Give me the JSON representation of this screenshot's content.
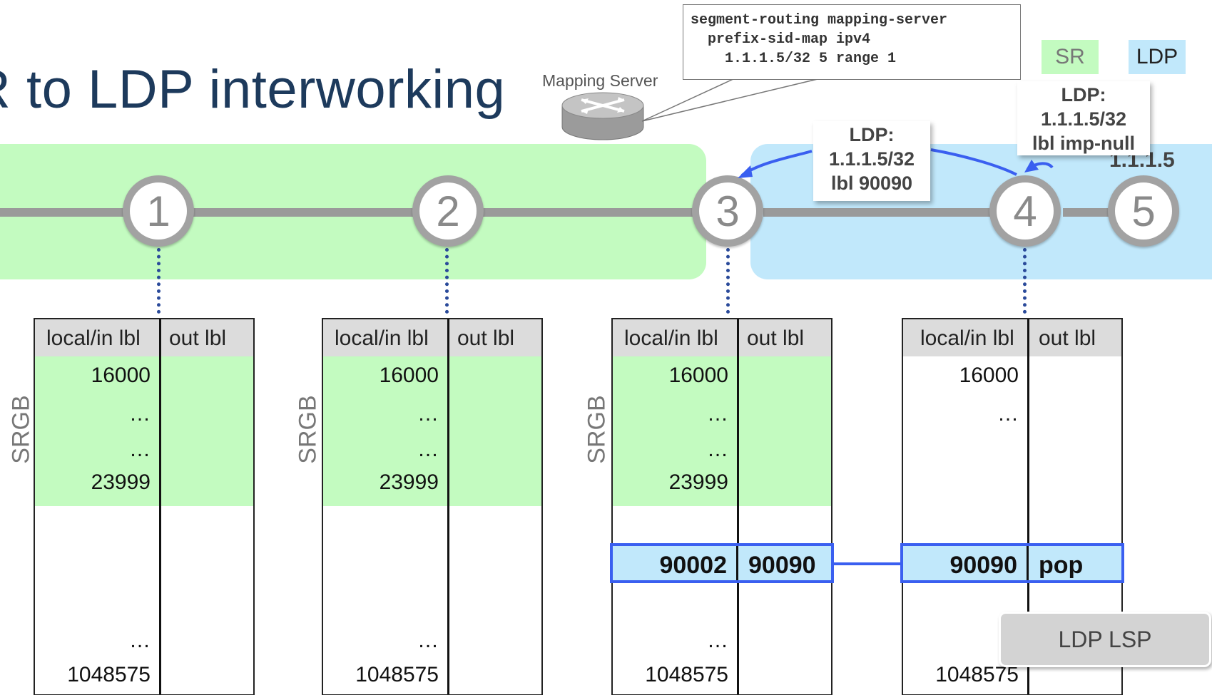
{
  "title": "R to LDP interworking",
  "legend": {
    "sr": "SR",
    "ldp": "LDP"
  },
  "colors": {
    "sr_domain": "#c3fbc0",
    "ldp_domain": "#c1e8fb",
    "highlight": "#3a5ff0",
    "title": "#1d3a5c"
  },
  "mapping_server": {
    "label": "Mapping Server",
    "icon": "router-icon",
    "config": "segment-routing mapping-server\n  prefix-sid-map ipv4\n    1.1.1.5/32 5 range 1"
  },
  "nodes": [
    "1",
    "2",
    "3",
    "4",
    "5"
  ],
  "node5_prefix": "1.1.1.5",
  "ldp_callouts": [
    {
      "lines": [
        "LDP:",
        "1.1.1.5/32",
        "lbl 90090"
      ]
    },
    {
      "lines": [
        "LDP:",
        "1.1.1.5/32",
        "lbl imp-null"
      ]
    }
  ],
  "tables": [
    {
      "node": "1",
      "srgb_label": "SRGB",
      "header": {
        "in": "local/in lbl",
        "out": "out lbl"
      },
      "rows": {
        "first": "16000",
        "dots1": "…",
        "dots2": "…",
        "srgb_end": "23999",
        "dots3": "…",
        "last": "1048575"
      },
      "highlight": null
    },
    {
      "node": "2",
      "srgb_label": "SRGB",
      "header": {
        "in": "local/in lbl",
        "out": "out lbl"
      },
      "rows": {
        "first": "16000",
        "dots1": "…",
        "dots2": "…",
        "srgb_end": "23999",
        "dots3": "…",
        "last": "1048575"
      },
      "highlight": null
    },
    {
      "node": "3",
      "srgb_label": "SRGB",
      "header": {
        "in": "local/in lbl",
        "out": "out lbl"
      },
      "rows": {
        "first": "16000",
        "dots1": "…",
        "dots2": "…",
        "srgb_end": "23999",
        "dots3": "…",
        "last": "1048575"
      },
      "highlight": {
        "in": "90002",
        "out": "90090"
      }
    },
    {
      "node": "4",
      "srgb_label": "",
      "header": {
        "in": "local/in lbl",
        "out": "out lbl"
      },
      "rows": {
        "first": "16000",
        "dots1": "…",
        "dots2": "",
        "srgb_end": "",
        "dots3": "…",
        "last": "1048575"
      },
      "highlight": {
        "in": "90090",
        "out": "pop"
      }
    }
  ],
  "lsp_label": "LDP LSP"
}
